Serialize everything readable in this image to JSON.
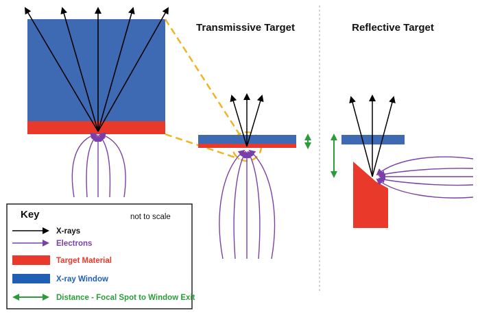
{
  "titles": {
    "transmissive": "Transmissive Target",
    "reflective": "Reflective Target"
  },
  "key": {
    "title": "Key",
    "note": "not to scale",
    "items": [
      {
        "label": "X-rays",
        "color": "#000000",
        "symbol": "arrow"
      },
      {
        "label": "Electrons",
        "color": "#7b3fa8",
        "symbol": "arrow"
      },
      {
        "label": "Target Material",
        "color": "#e8392b",
        "symbol": "bar"
      },
      {
        "label": "X-ray Window",
        "color": "#1f5fb4",
        "symbol": "bar"
      },
      {
        "label": "Distance - Focal Spot to Window Exit",
        "color": "#2a9d3a",
        "symbol": "double-arrow"
      }
    ]
  },
  "colors": {
    "xray": "#000000",
    "electron": "#7b3fa8",
    "target": "#e8392b",
    "window": "#3d6ab3",
    "distance": "#2a9d3a",
    "zoom": "#f0b323",
    "divider": "#aaaaaa"
  }
}
